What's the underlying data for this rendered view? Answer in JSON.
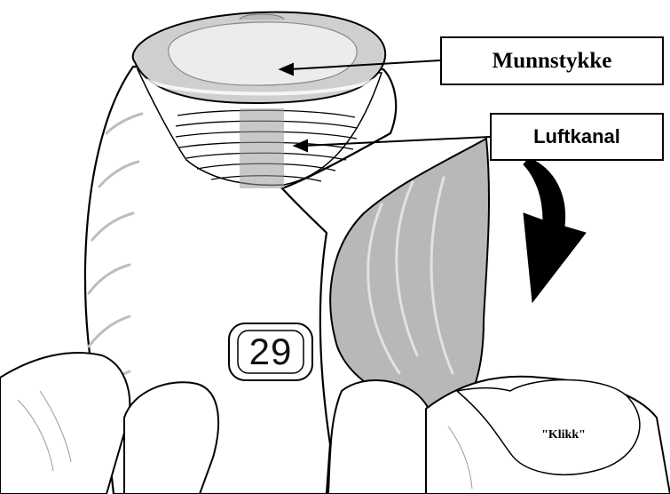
{
  "labels": {
    "mouthpiece": "Munnstykke",
    "air_channel": "Luftkanal",
    "click_sound": "\"Klikk\""
  },
  "dose_counter": {
    "value": "29"
  },
  "colors": {
    "outline": "#000000",
    "body_fill": "#ffffff",
    "cover_fill": "#b8b8b8",
    "mouthpiece_fill": "#c9c9c9",
    "grille_fill": "#9a9a9a"
  },
  "icons": {
    "direction": "curved-arrow-down-icon"
  }
}
